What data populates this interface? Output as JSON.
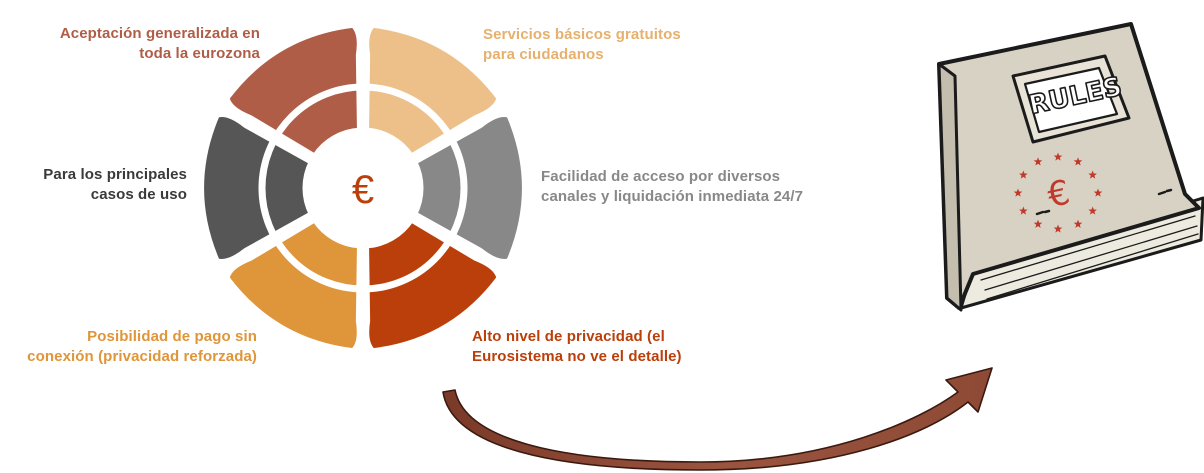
{
  "center_symbol": "€",
  "segments": [
    {
      "id": "top-left",
      "text": "Aceptación generalizada en\ntoda la eurozona",
      "color": "#B05D47"
    },
    {
      "id": "top-right",
      "text": "Servicios básicos gratuitos\npara ciudadanos",
      "color": "#ECC088"
    },
    {
      "id": "right",
      "text": "Facilidad de acceso por diversos\ncanales y liquidación inmediata 24/7",
      "color": "#888888"
    },
    {
      "id": "bottom-right",
      "text": "Alto nivel de privacidad (el\nEurosistema no ve el detalle)",
      "color": "#BA3F0A"
    },
    {
      "id": "bottom-left",
      "text": "Posibilidad de pago sin\nconexión (privacidad reforzada)",
      "color": "#DF9539"
    },
    {
      "id": "left",
      "text": "Para los principales\ncasos de uso",
      "color": "#565656"
    }
  ],
  "label_colors": {
    "top-left": "#B05D47",
    "top-right": "#E6B06E",
    "right": "#888888",
    "bottom-right": "#BA3F0A",
    "bottom-left": "#DF9539",
    "left": "#3A3A3A"
  },
  "book": {
    "title": "RULES",
    "symbol": "€",
    "cover_color": "#D7D2C4",
    "pages_color": "#EDEADF"
  },
  "arrow_color": "#8E4A35"
}
